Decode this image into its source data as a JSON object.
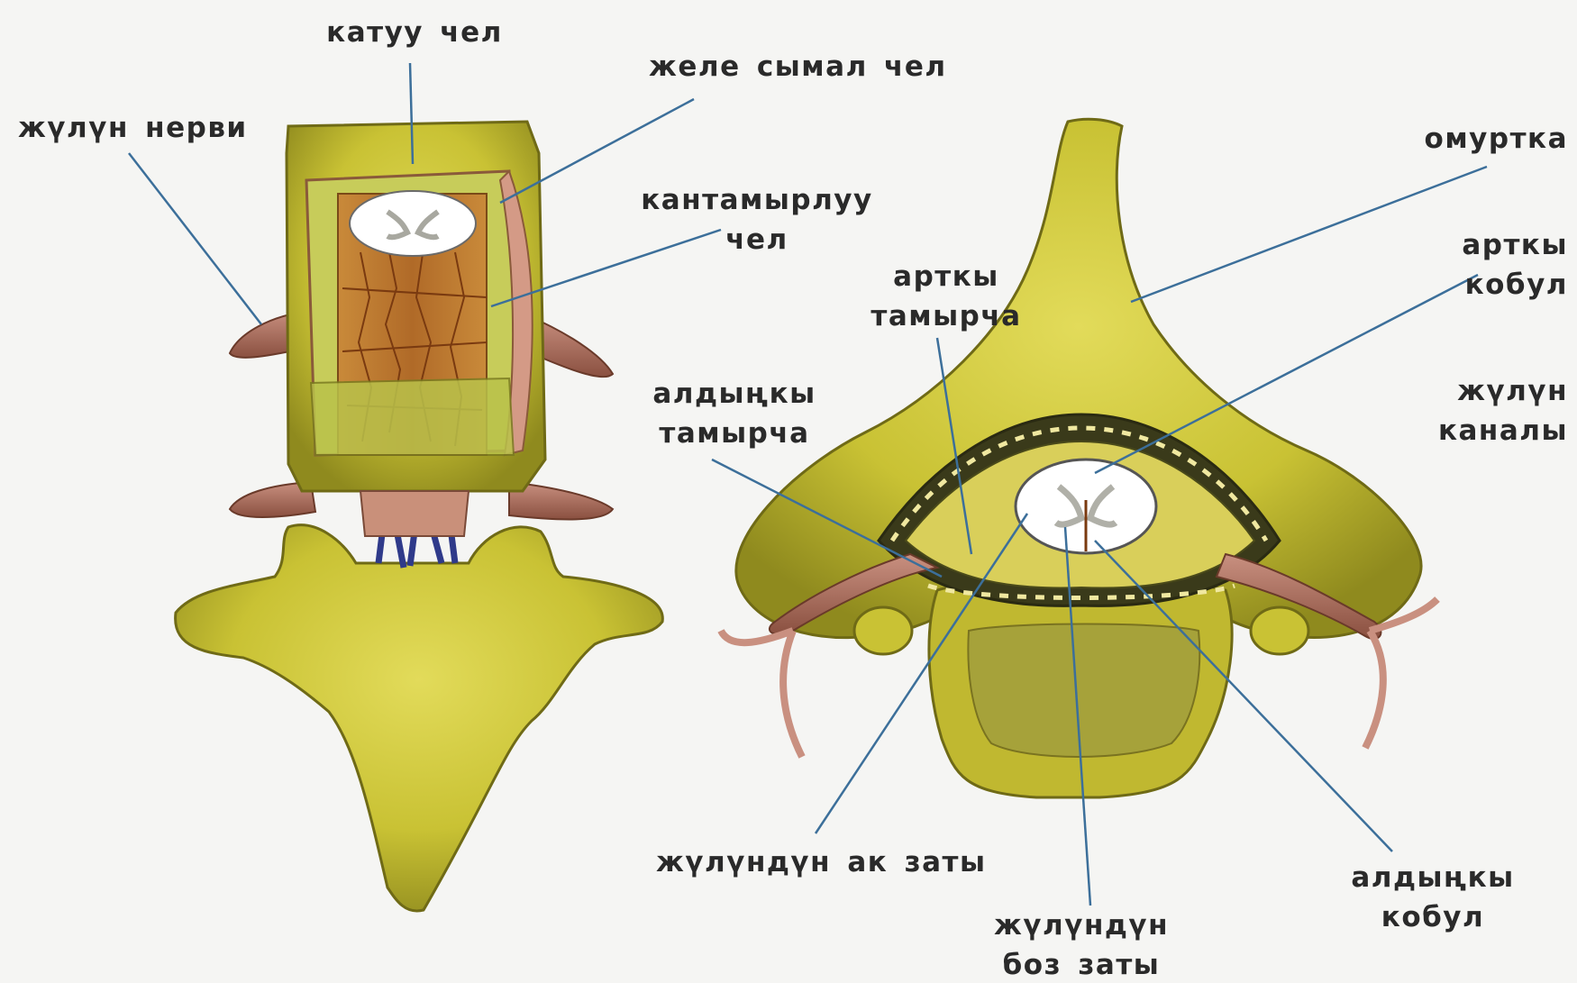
{
  "labels": {
    "katuu_chel": "катуу чел",
    "zhele_symal_chel": "желе сымал чел",
    "zhulun_nervi": "жүлүн нерви",
    "kantamyrluu_chel": [
      "кантамырлуу",
      "чел"
    ],
    "omurtka": "омуртка",
    "artky_kobul": [
      "арткы",
      "кобул"
    ],
    "artky_tamyrcha": [
      "арткы",
      "тамырча"
    ],
    "zhulun_kanaly": [
      "жүлүн",
      "каналы"
    ],
    "aldynky_tamyrcha": [
      "алдыңкы",
      "тамырча"
    ],
    "ak_zat": "жүлүндүн ак заты",
    "aldynky_kobul": [
      "алдыңкы",
      "кобул"
    ],
    "boz_zat": [
      "жүлүндүн",
      "боз заты"
    ]
  },
  "colors": {
    "bone": "#c9c234",
    "bone_dark": "#8f8a1e",
    "nerve": "#b07560",
    "membrane": "#c98a78",
    "pointer": "#3c6f9a",
    "white_matter": "#ffffff",
    "cord_vessels": "#9a5a20"
  }
}
